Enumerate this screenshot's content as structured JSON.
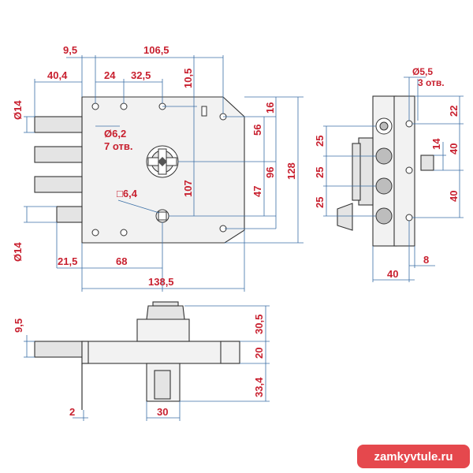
{
  "front_view": {
    "dimensions": {
      "d_9_5": "9,5",
      "d_106_5": "106,5",
      "d_40_4": "40,4",
      "d_24": "24",
      "d_32_5": "32,5",
      "d_10_5": "10,5",
      "d_16": "16",
      "d_56": "56",
      "d_96": "96",
      "d_128": "128",
      "d_107": "107",
      "d_47": "47",
      "d_21_5": "21,5",
      "d_68": "68",
      "d_138_5": "138,5",
      "d_dia14_top": "Ø14",
      "d_dia14_bottom": "Ø14"
    },
    "notes": {
      "holes_dia": "Ø6,2",
      "holes_count": "7 отв.",
      "square": "□6,4"
    }
  },
  "side_view": {
    "dimensions": {
      "d_25_a": "25",
      "d_25_b": "25",
      "d_25_c": "25",
      "d_22": "22",
      "d_14": "14",
      "d_40_a": "40",
      "d_40_b": "40",
      "d_8": "8",
      "d_40_c": "40"
    },
    "notes": {
      "holes_dia": "Ø5,5",
      "holes_count": "3 отв."
    }
  },
  "bottom_view": {
    "dimensions": {
      "d_9_5": "9,5",
      "d_30_5": "30,5",
      "d_20": "20",
      "d_33_4": "33,4",
      "d_2": "2",
      "d_30": "30"
    }
  },
  "watermark": {
    "text": "zamkyvtule.ru"
  },
  "colors": {
    "dimension_text": "#c8202f",
    "dimension_lines": "#3b6fa6",
    "outline": "#333333",
    "watermark_bg": "#e5484d"
  }
}
